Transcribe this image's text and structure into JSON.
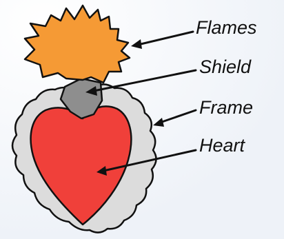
{
  "labels": {
    "flames": "Flames",
    "shield": "Shield",
    "frame": "Frame",
    "heart": "Heart"
  },
  "colors": {
    "background": "#f7f9fc",
    "flames": "#f59a35",
    "shield": "#8e8e8e",
    "frame": "#dcdcdc",
    "heart": "#f0403a",
    "outline": "#111111"
  }
}
